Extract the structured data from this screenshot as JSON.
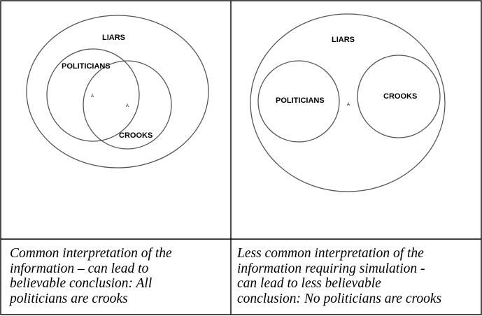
{
  "panels": [
    {
      "labels": {
        "outer": "LIARS",
        "left": "POLITICIANS",
        "right": "CROOKS",
        "mark_a": "A",
        "mark_b": "A"
      },
      "caption_lines": [
        "Common interpretation of the",
        "information – can lead to",
        "believable conclusion: All",
        "politicians are crooks"
      ]
    },
    {
      "labels": {
        "outer": "LIARS",
        "left": "POLITICIANS",
        "right": "CROOKS",
        "mark": "A"
      },
      "caption_lines": [
        "Less common interpretation of the",
        "information requiring simulation -",
        "can lead to less believable",
        "conclusion: No politicians are crooks"
      ]
    }
  ],
  "colors": {
    "line": "#555555",
    "border": "#000000",
    "background": "#ffffff"
  }
}
